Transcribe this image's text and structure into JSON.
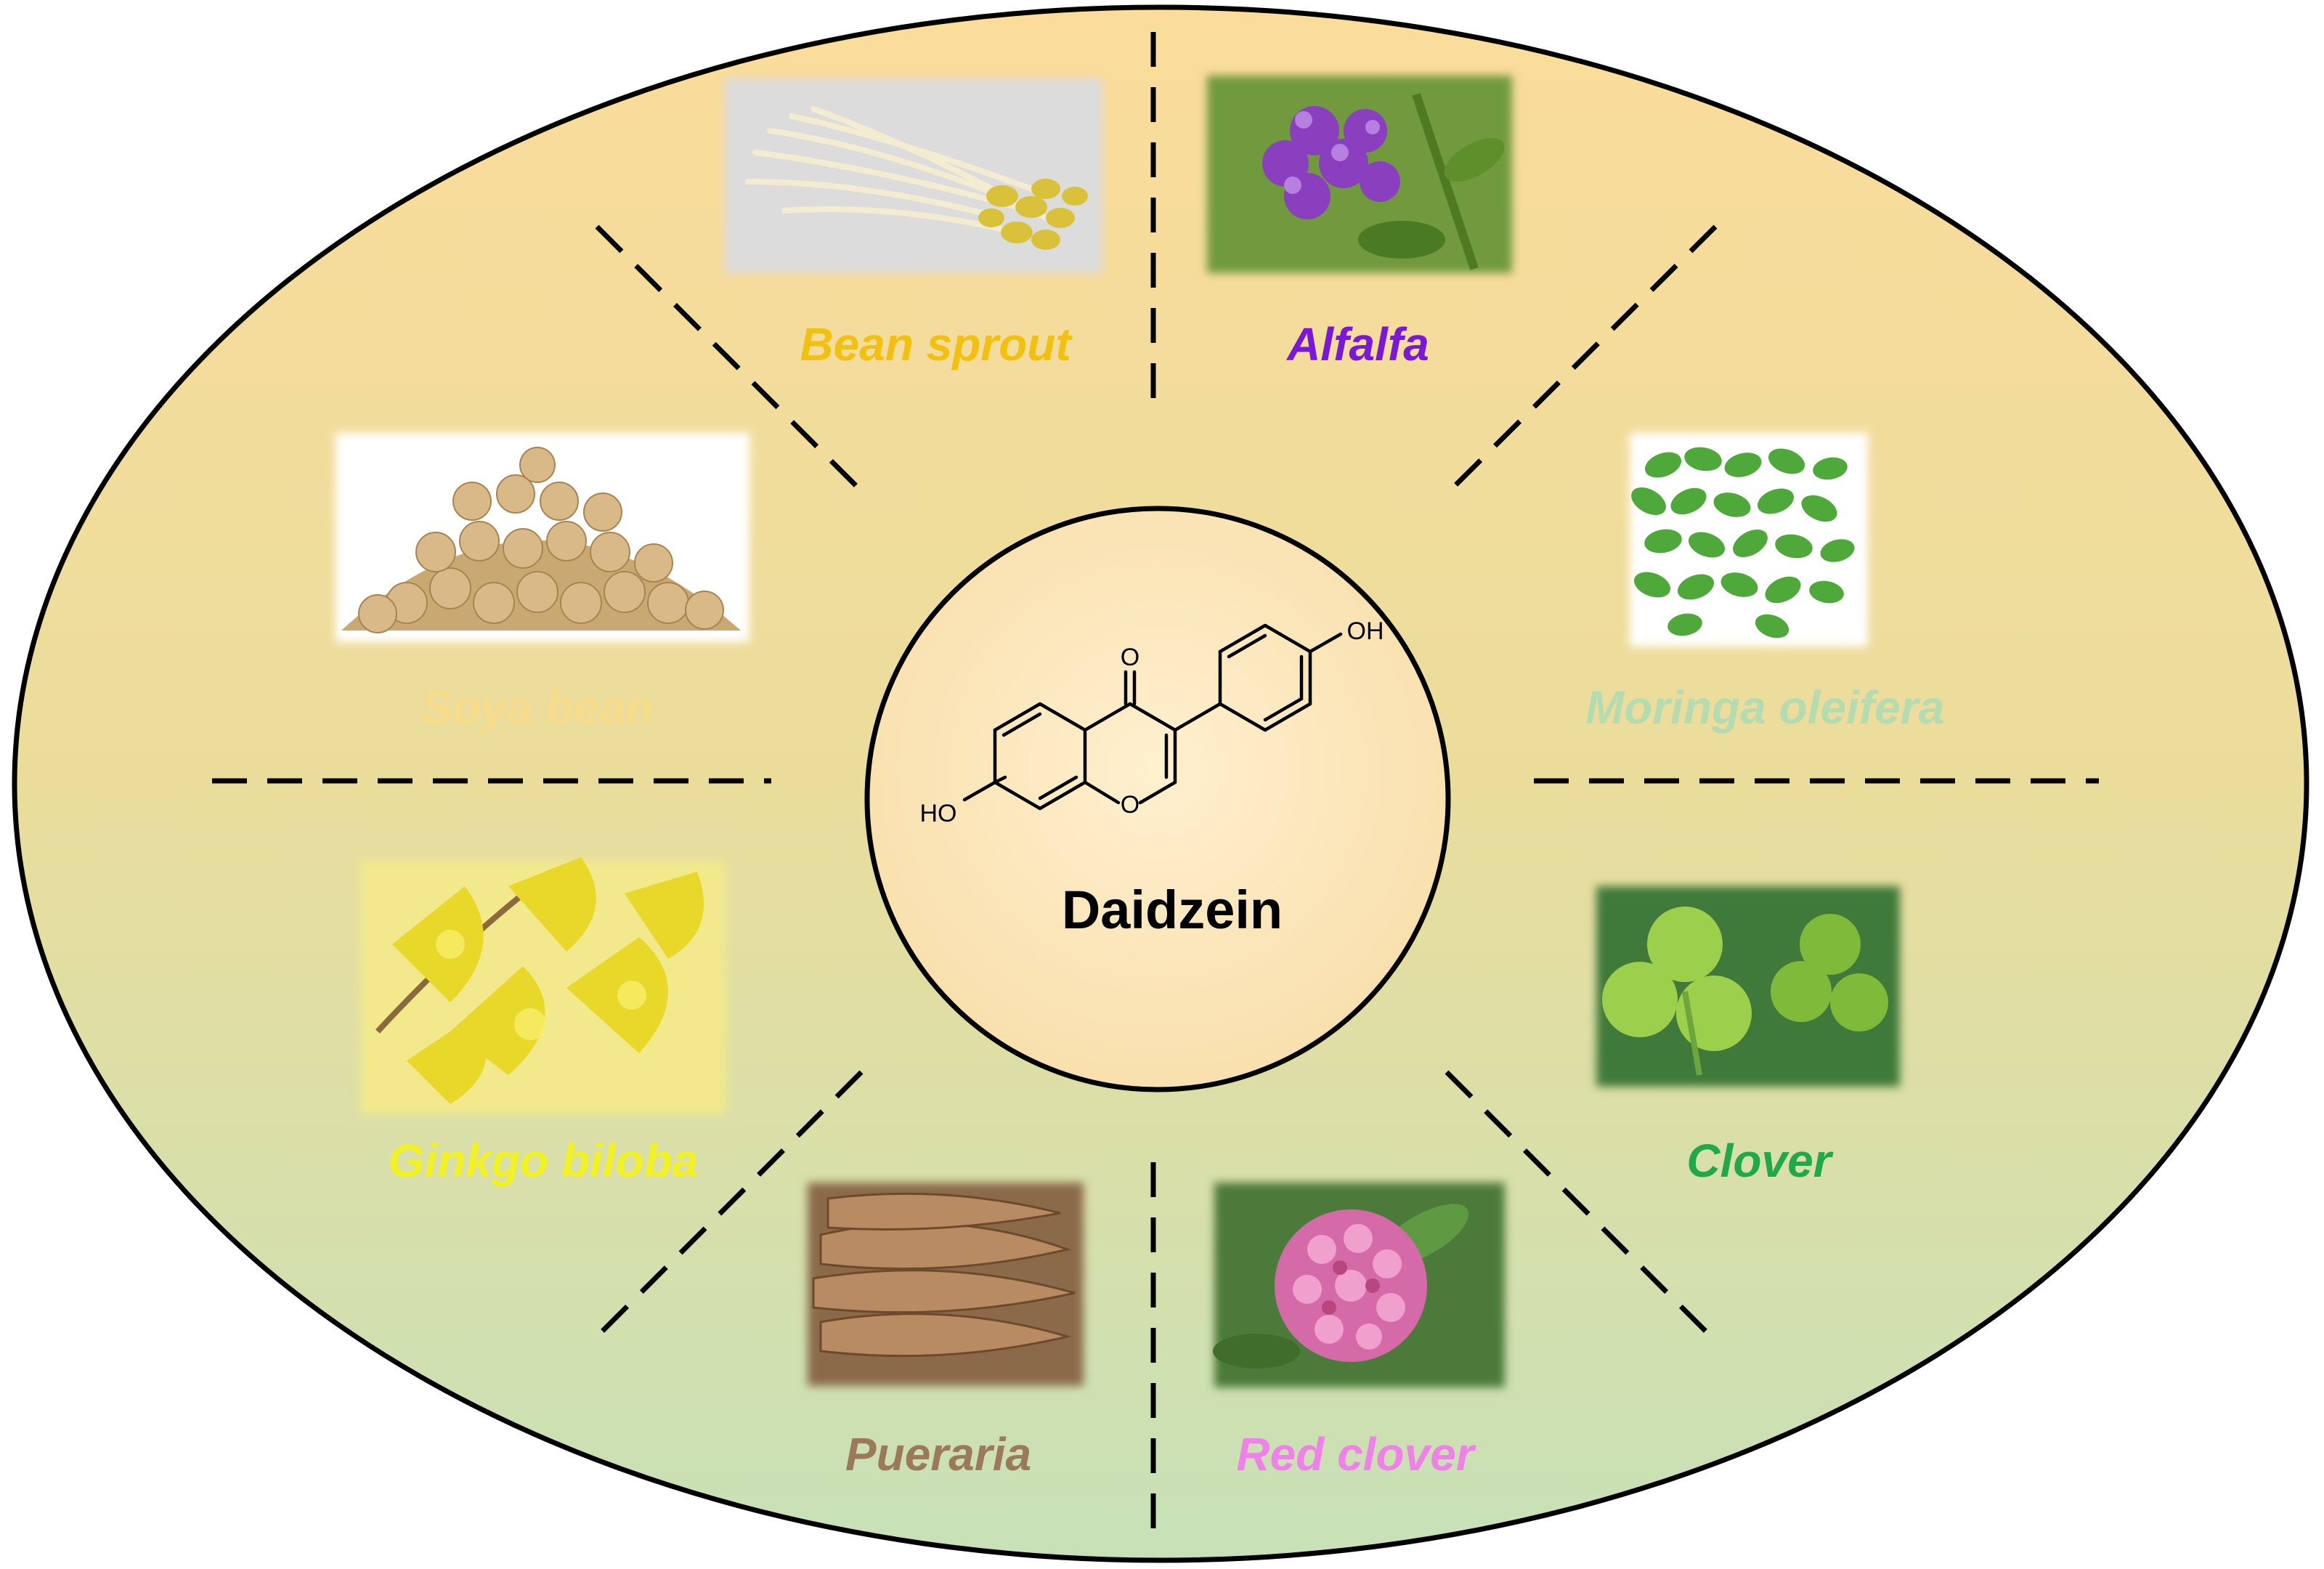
{
  "center": {
    "name": "Daidzein",
    "molecule_labels": {
      "carbonyl": "O",
      "ring_oxygen": "O",
      "hydroxyl_left": "HO",
      "hydroxyl_right": "OH"
    }
  },
  "sources": [
    {
      "id": "bean-sprout",
      "label": "Bean sprout",
      "label_color": "#f2c010",
      "image": "bean-sprout-photo"
    },
    {
      "id": "alfalfa",
      "label": "Alfalfa",
      "label_color": "#7a18d8",
      "image": "alfalfa-flower-photo"
    },
    {
      "id": "moringa",
      "label": "Moringa oleifera",
      "label_color": "#b5dbb0",
      "image": "moringa-leaves-photo"
    },
    {
      "id": "clover",
      "label": "Clover",
      "label_color": "#22a84c",
      "image": "clover-leaves-photo"
    },
    {
      "id": "red-clover",
      "label": "Red clover",
      "label_color": "#ee82e8",
      "image": "red-clover-flower-photo"
    },
    {
      "id": "pueraria",
      "label": "Pueraria",
      "label_color": "#9a7a58",
      "image": "pueraria-root-photo"
    },
    {
      "id": "ginkgo",
      "label": "Ginkgo biloba",
      "label_color": "#f2f222",
      "image": "ginkgo-leaves-photo"
    },
    {
      "id": "soya",
      "label": "Soya bean",
      "label_color": "#f7dc8a",
      "image": "soybean-pile-photo"
    }
  ],
  "colors": {
    "ellipse_top": "#fbdc9b",
    "ellipse_bottom": "#c7e1b7",
    "center_fill": "#fce7bd",
    "outline": "#000000"
  }
}
